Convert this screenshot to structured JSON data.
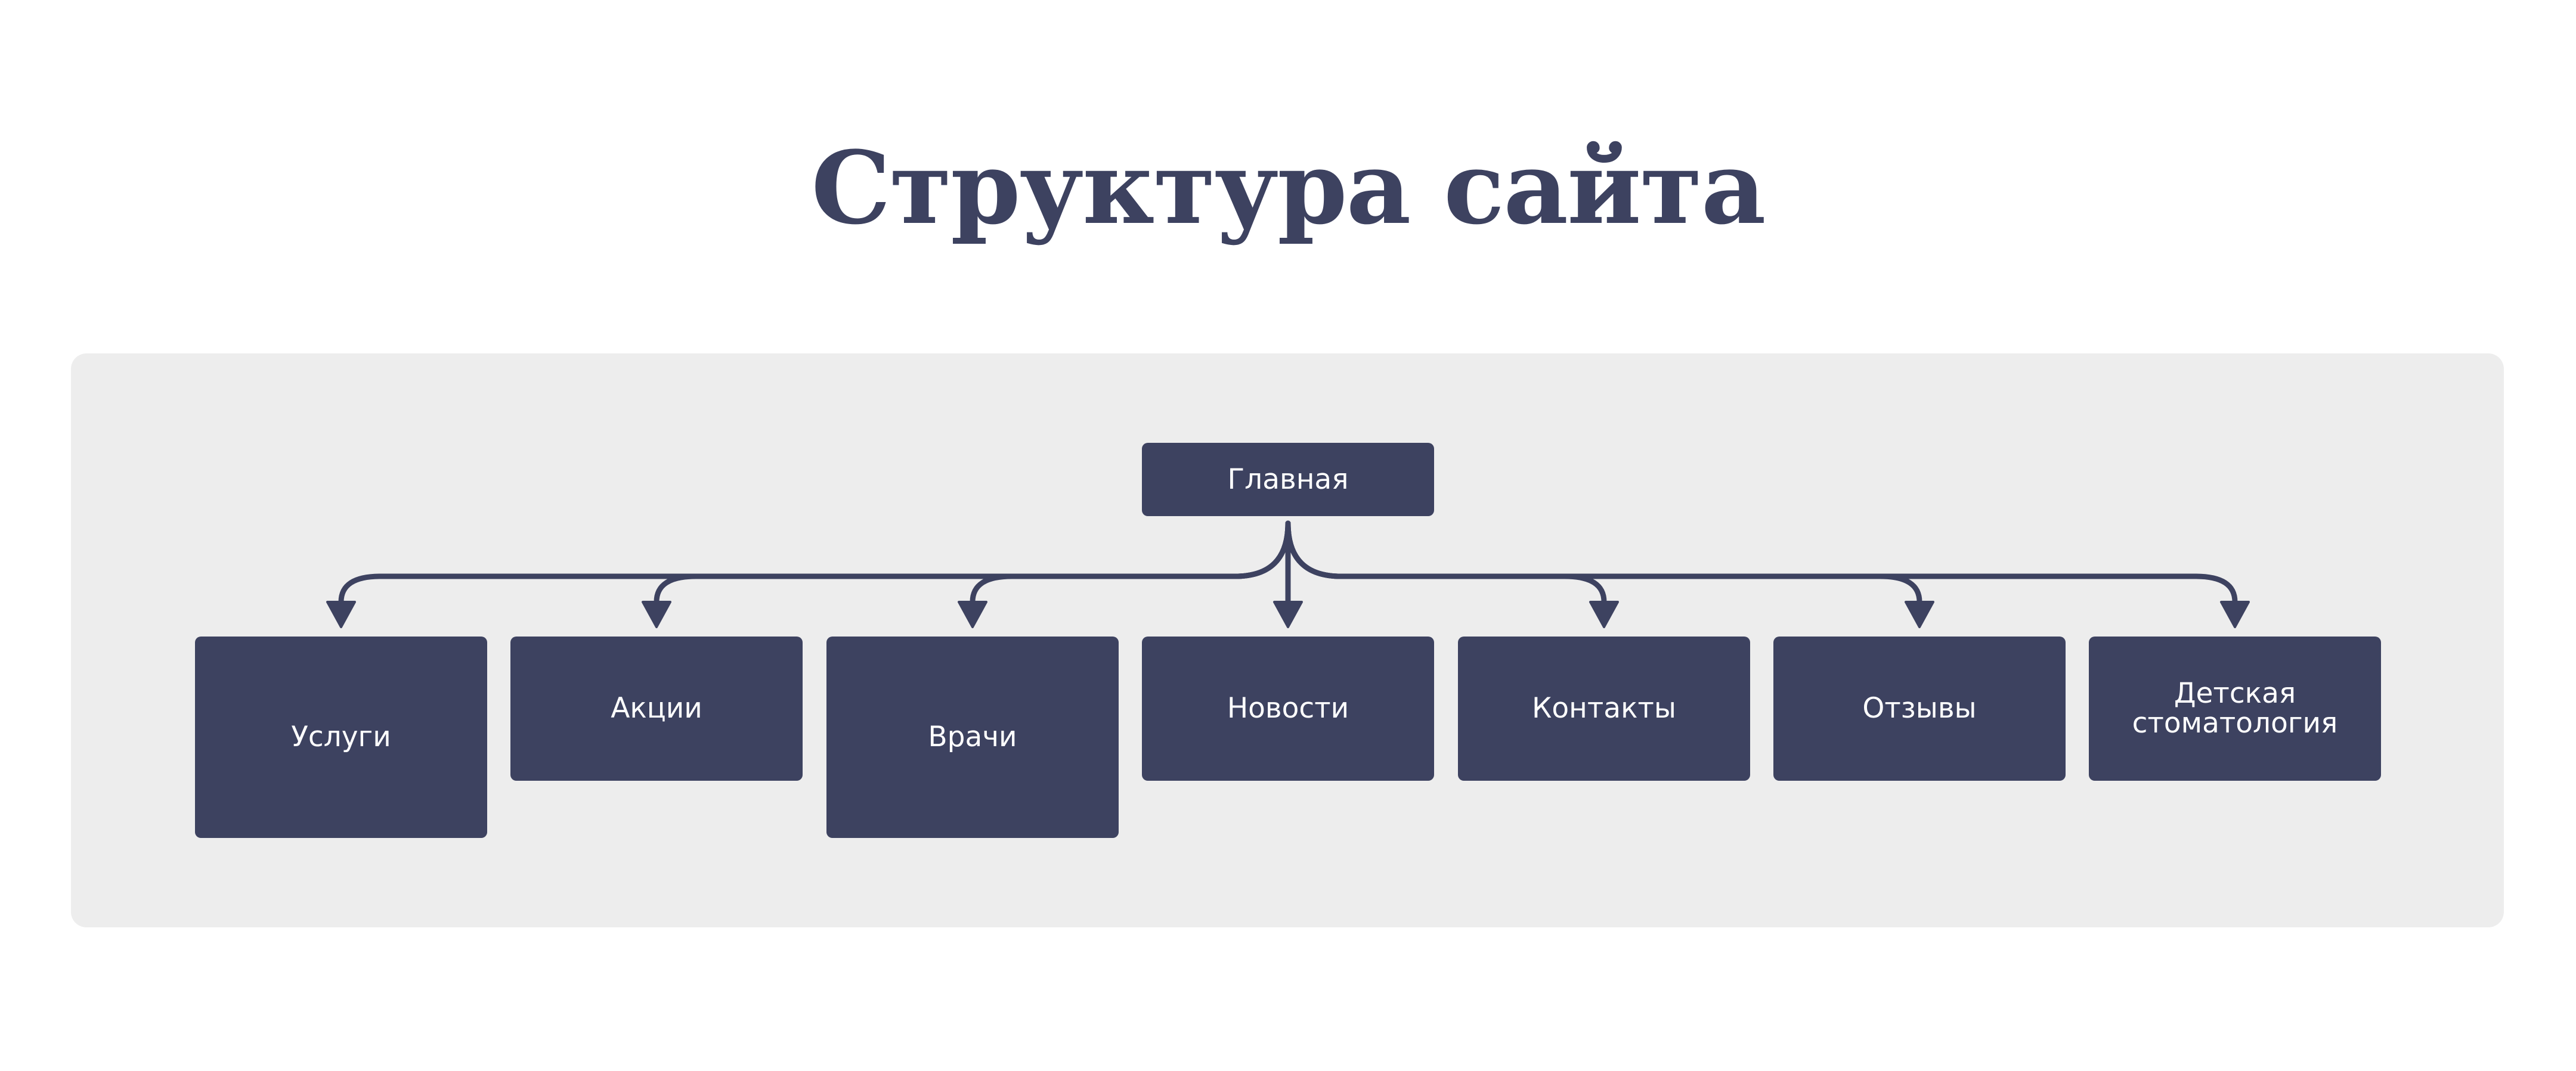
{
  "title": "Структура сайта",
  "colors": {
    "node_fill": "#3d4260",
    "node_text": "#ffffff",
    "panel_background": "#ededed",
    "connector": "#3d4260",
    "title": "#3d4260"
  },
  "diagram": {
    "root": {
      "label": "Главная"
    },
    "children": [
      {
        "label": "Услуги"
      },
      {
        "label": "Акции"
      },
      {
        "label": "Врачи"
      },
      {
        "label": "Новости"
      },
      {
        "label": "Контакты"
      },
      {
        "label": "Отзывы"
      },
      {
        "label": "Детская\nстоматология"
      }
    ],
    "edges": [
      {
        "from": "Главная",
        "to": "Услуги"
      },
      {
        "from": "Главная",
        "to": "Акции"
      },
      {
        "from": "Главная",
        "to": "Врачи"
      },
      {
        "from": "Главная",
        "to": "Новости"
      },
      {
        "from": "Главная",
        "to": "Контакты"
      },
      {
        "from": "Главная",
        "to": "Отзывы"
      },
      {
        "from": "Главная",
        "to": "Детская\nстоматология"
      }
    ]
  }
}
